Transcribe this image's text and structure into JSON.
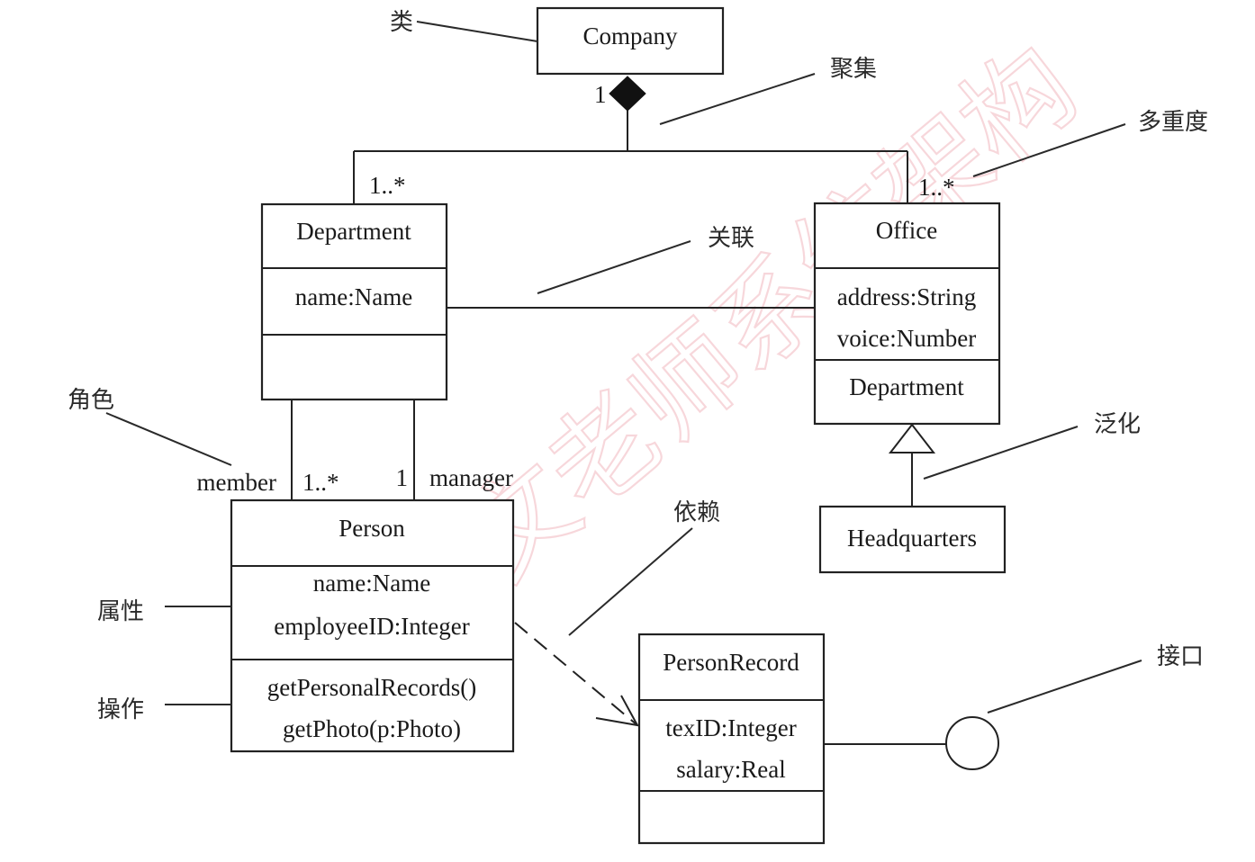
{
  "classes": {
    "company": {
      "name": "Company"
    },
    "department": {
      "name": "Department",
      "attributes": [
        "name:Name"
      ],
      "operations": []
    },
    "office": {
      "name": "Office",
      "attributes": [
        "address:String",
        "voice:Number"
      ],
      "operations": [
        "Department"
      ]
    },
    "headquarters": {
      "name": "Headquarters"
    },
    "person": {
      "name": "Person",
      "attributes": [
        "name:Name",
        "employeeID:Integer"
      ],
      "operations": [
        "getPersonalRecords()",
        "getPhoto(p:Photo)"
      ]
    },
    "person_record": {
      "name": "PersonRecord",
      "attributes": [
        "texID:Integer",
        "salary:Real"
      ],
      "operations": []
    }
  },
  "multiplicities": {
    "company_end": "1",
    "department_end": "1..*",
    "office_end": "1..*",
    "member_end": "1..*",
    "manager_end": "1"
  },
  "roles": {
    "member": "member",
    "manager": "manager"
  },
  "annotations": {
    "class": "类",
    "aggregation": "聚集",
    "multiplicity": "多重度",
    "association": "关联",
    "role": "角色",
    "generalization": "泛化",
    "dependency": "依赖",
    "attribute": "属性",
    "operation": "操作",
    "interface": "接口"
  },
  "watermark": "文老师系统架构"
}
